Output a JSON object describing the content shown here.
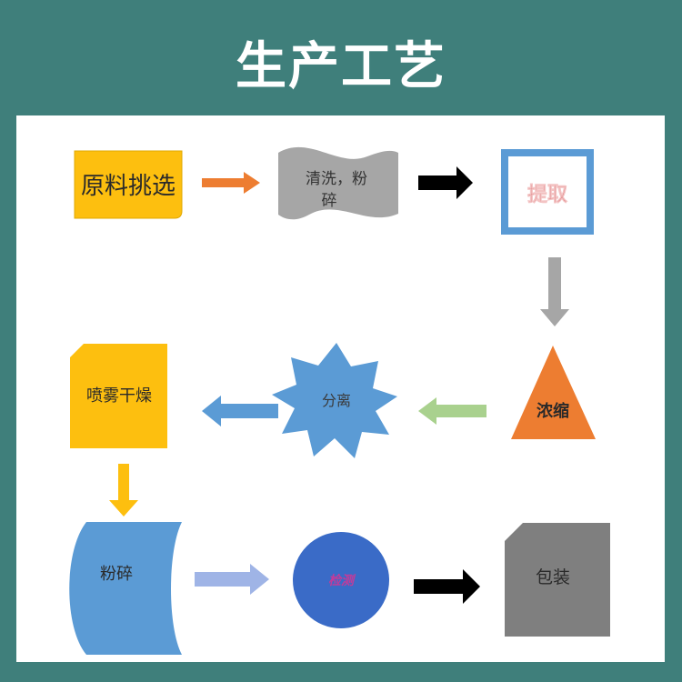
{
  "title": "生产工艺",
  "steps": {
    "select": "原料挑选",
    "wash_line1": "清洗，粉",
    "wash_line2": "碎",
    "extract": "提取",
    "concentrate": "浓缩",
    "separate": "分离",
    "spray_dry": "喷雾干燥",
    "crush": "粉碎",
    "inspect": "检测",
    "package": "包装"
  },
  "colors": {
    "background": "#3f7f7b",
    "panel": "#ffffff",
    "select_fill": "#fdbf0f",
    "wash_fill": "#a6a6a6",
    "extract_border": "#5b9bd5",
    "extract_text": "#c0282e",
    "concentrate_fill": "#ed7d31",
    "separate_fill": "#5b9bd5",
    "spray_dry_fill": "#fdbf0f",
    "crush_fill": "#5b9bd5",
    "inspect_fill": "#3a6bc7",
    "inspect_text": "#c23b9a",
    "package_fill": "#7f7f7f"
  }
}
